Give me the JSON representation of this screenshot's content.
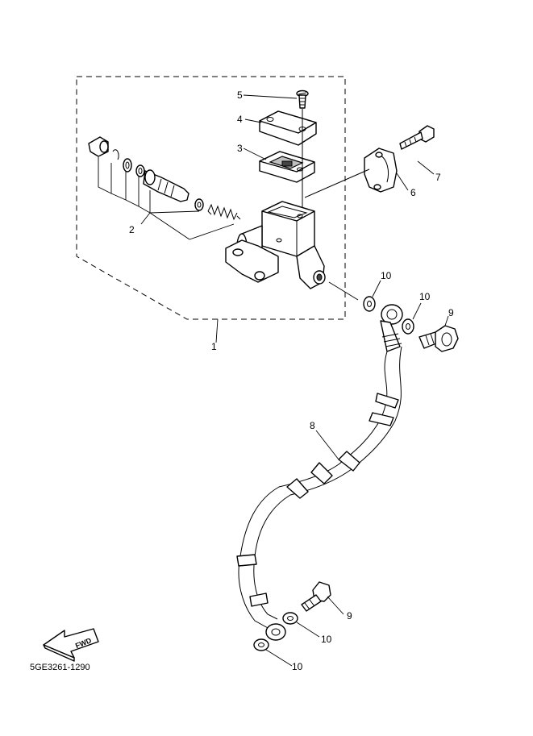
{
  "diagram": {
    "catalog_code": "5GE3261-1290",
    "fwd_label": "FWD",
    "callouts": {
      "c1": "1",
      "c2": "2",
      "c3": "3",
      "c4": "4",
      "c5": "5",
      "c6": "6",
      "c7": "7",
      "c8": "8",
      "c9_top": "9",
      "c9_bottom": "9",
      "c10_a": "10",
      "c10_b": "10",
      "c10_c": "10",
      "c10_d": "10"
    }
  }
}
